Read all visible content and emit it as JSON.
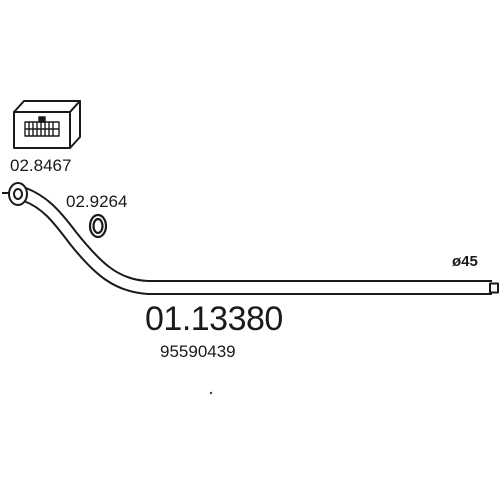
{
  "parts": {
    "kit_number": "02.8467",
    "gasket_number": "02.9264",
    "pipe_number": "01.13380",
    "oem_number": "95590439"
  },
  "diameter_label": "ø45",
  "colors": {
    "line": "#1a1a1a",
    "background": "#ffffff"
  }
}
